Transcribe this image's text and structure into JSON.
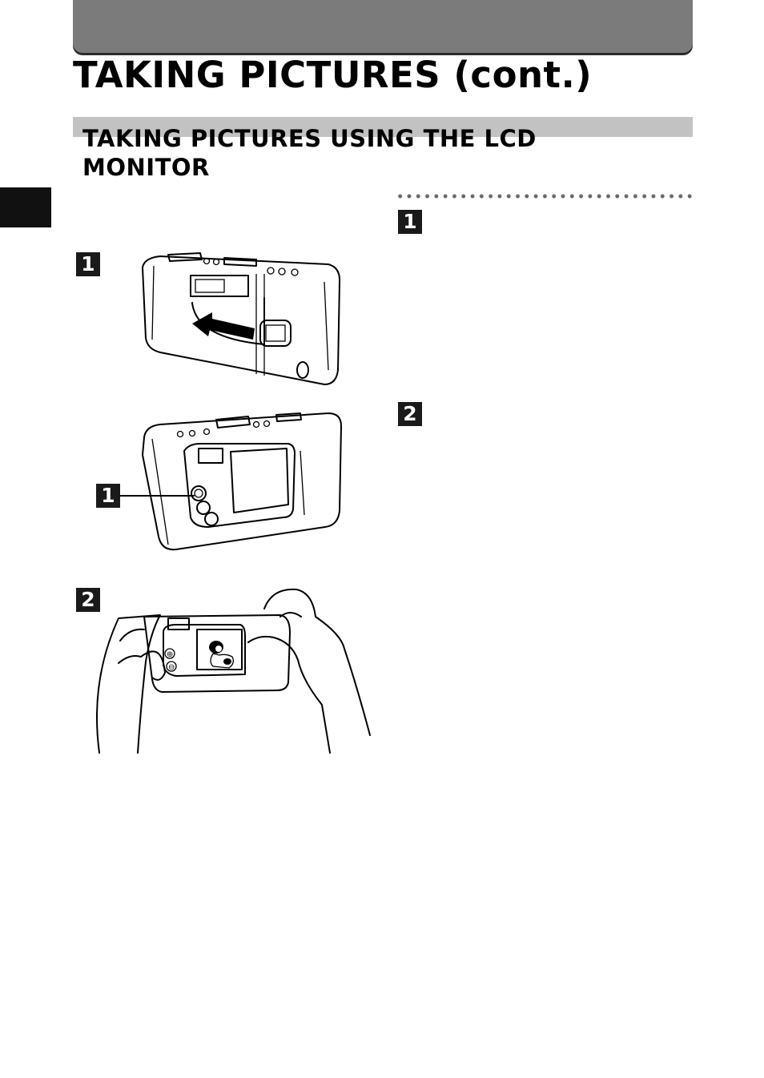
{
  "page": {
    "title": "TAKING PICTURES (cont.)",
    "section_title": "TAKING PICTURES USING THE LCD MONITOR"
  },
  "steps_right": [
    "1",
    "2"
  ],
  "figures": {
    "camera_front_step": "1",
    "camera_back_callout": "1",
    "hands_step": "2"
  },
  "lcd_button_labels": [
    "⊕",
    "⊖"
  ]
}
